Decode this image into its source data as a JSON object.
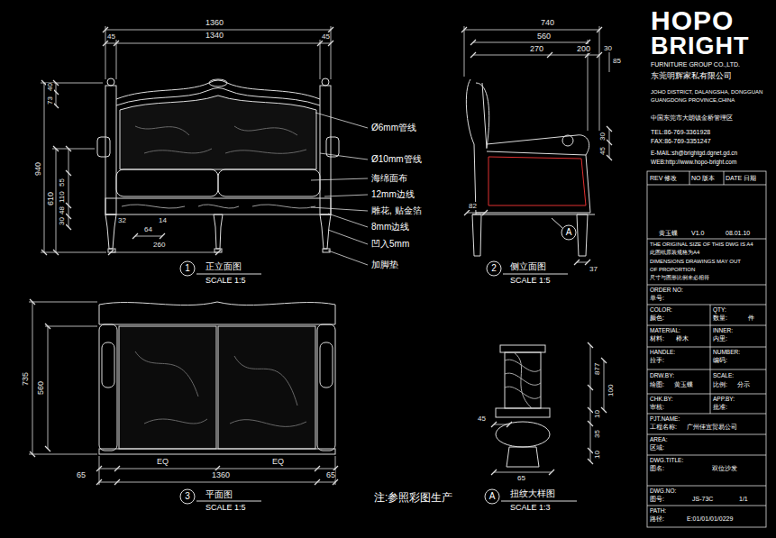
{
  "diagram": {
    "labels": [
      "1360",
      "1340",
      "45",
      "45",
      "40",
      "73",
      "940",
      "610",
      "55",
      "110",
      "48",
      "30",
      "32",
      "14",
      "64",
      "260",
      "Ø6mm管线",
      "Ø10mm管线",
      "海绵面布",
      "12mm边线",
      "雕花, 贴金箔",
      "8mm边线",
      "凹入5mm",
      "加脚垫",
      "1",
      "正立面图",
      "SCALE 1:5",
      "740",
      "560",
      "270",
      "200",
      "30",
      "85",
      "30",
      "45",
      "82",
      "A",
      "2",
      "侧立面图",
      "SCALE 1:5",
      "37",
      "735",
      "560",
      "EQ",
      "EQ",
      "65",
      "1360",
      "65",
      "3",
      "平面图",
      "SCALE 1:5",
      "注:参照彩图生产",
      "A",
      "扭纹大样图",
      "SCALE 1:3",
      "877",
      "100",
      "10",
      "35",
      "10",
      "45",
      "65",
      "HOPO",
      "BRIGHT",
      "FURNITURE GROUP CO.,LTD.",
      "东莞明辉家私有限公司",
      "JOHO DISTRICT, DALANGSHA, DONGGUAN",
      "GUANGDONG PROVINCE,CHINA",
      "中国东莞市大朗镇金桥管理区",
      "TEL:86-769-3361928",
      "FAX:86-769-3351247",
      "E-MAIL:sh@brightgd.dgnet.gd.cn",
      "WEB:http://www.hopo-bright.com",
      "REV 修改",
      "NO 版本",
      "DATE 日期",
      "黄玉蝶",
      "V1.0",
      "08.01.10",
      "THE ORIGINAL SIZE OF THIS DWG IS A4",
      "此图纸原装规格为A4",
      "DIMENSIONS DRAWINGS MAY OUT",
      "OF PROPORTION",
      "尺寸与图形比例未必相符",
      "ORDER NO:",
      "单号:",
      "COLOR:",
      "颜色:",
      "QTY:",
      "数量:",
      "件",
      "MATERIAL:",
      "材料:",
      "榉木",
      "INNER:",
      "内里:",
      "HANDLE:",
      "拉手:",
      "NUMBER:",
      "编码:",
      "DRW.BY:",
      "绘图:",
      "黄玉蝶",
      "SCALE:",
      "比例:",
      "分示",
      "CHK.BY:",
      "审核:",
      "APP.BY:",
      "批准:",
      "PJT.NAME:",
      "工程名称:",
      "广州佳宜贸易公司",
      "AREA:",
      "区域:",
      "DWG.TITLE:",
      "图名:",
      "双位沙发",
      "DWG.NO:",
      "图号:",
      "JS-73C",
      "1/1",
      "PATH:",
      "路径:",
      "E:01/01/01/0229"
    ]
  }
}
